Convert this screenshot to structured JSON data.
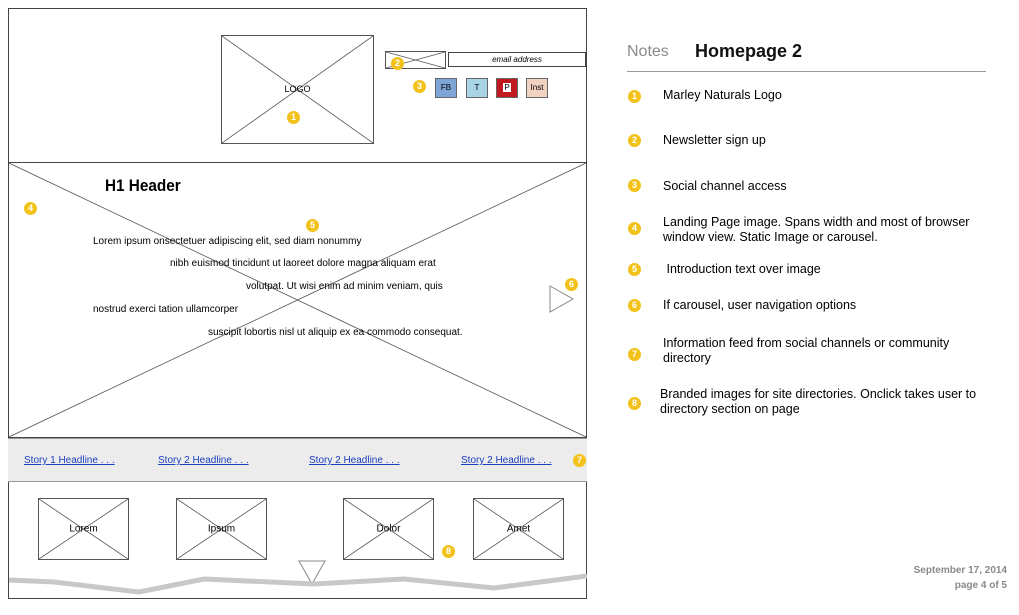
{
  "wireframe": {
    "header": {
      "logo_label": "LOGO",
      "email_placeholder": "email address",
      "social": [
        {
          "label": "FB",
          "icon": "facebook-icon",
          "bg": "#7fa5d6"
        },
        {
          "label": "T",
          "icon": "twitter-icon",
          "bg": "#a9d3e6"
        },
        {
          "label": "P",
          "icon": "pinterest-icon",
          "bg": "#c0181e"
        },
        {
          "label": "Inst",
          "icon": "instagram-icon",
          "bg": "#f2d2c0"
        }
      ]
    },
    "hero": {
      "h1": "H1 Header",
      "lines": [
        "Lorem ipsum onsectetuer adipiscing elit, sed diam nonummy",
        "nibh euismod tincidunt ut laoreet dolore magna aliquam erat",
        "volutpat. Ut wisi enim ad minim veniam, quis",
        "nostrud exerci tation ullamcorper",
        "suscipit lobortis nisl ut aliquip ex ea commodo consequat."
      ]
    },
    "stories": [
      "Story 1 Headline  . . .",
      "Story 2 Headline  . . .",
      "Story 2 Headline  . . .",
      "Story 2 Headline  . . ."
    ],
    "directories": [
      "Lorem",
      "Ipsum",
      "Dolor",
      "Amet"
    ],
    "badges": [
      "1",
      "2",
      "3",
      "4",
      "5",
      "6",
      "7",
      "8"
    ]
  },
  "notes": {
    "label": "Notes",
    "title": "Homepage 2",
    "items": [
      {
        "num": "1",
        "text": "Marley Naturals Logo"
      },
      {
        "num": "2",
        "text": "Newsletter sign up"
      },
      {
        "num": "3",
        "text": "Social channel access"
      },
      {
        "num": "4",
        "text": "Landing Page image. Spans width and most of browser window view. Static Image or carousel."
      },
      {
        "num": "5",
        "text": " Introduction text over image"
      },
      {
        "num": "6",
        "text": "If carousel, user navigation options"
      },
      {
        "num": "7",
        "text": "Information feed from social channels or community directory"
      },
      {
        "num": "8",
        "text": "Branded images for site directories. Onclick takes user to directory section on page"
      }
    ]
  },
  "footer": {
    "date": "September 17, 2014",
    "page": "page 4 of 5"
  },
  "colors": {
    "badge": "#f2c21b",
    "link": "#1a3fbf"
  }
}
